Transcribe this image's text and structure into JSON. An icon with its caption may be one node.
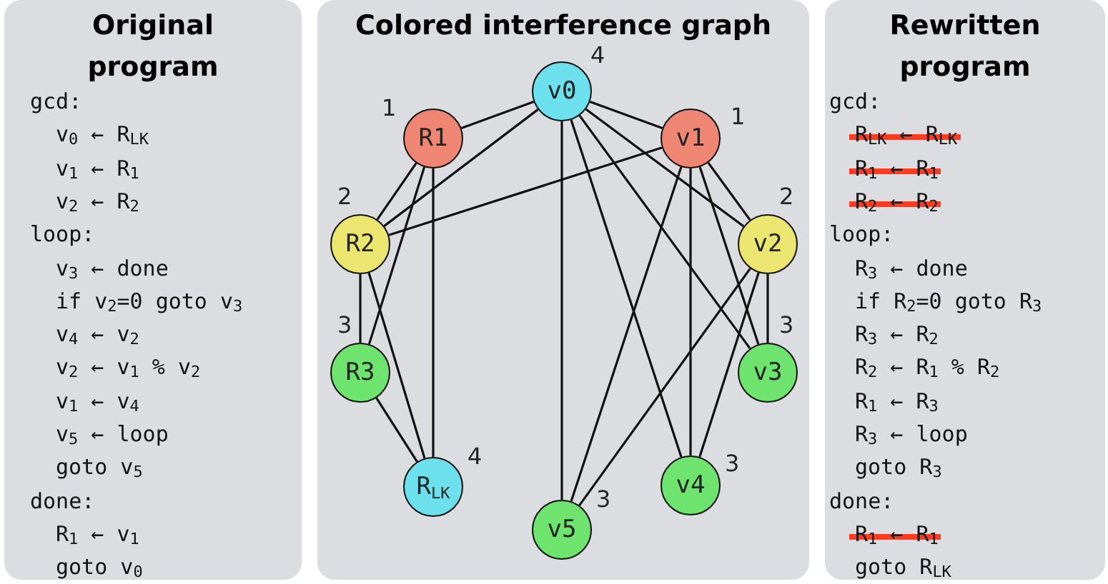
{
  "diagram": {
    "nodes": [
      {
        "text": [
          "Original program",
          "gcd:",
          "v$_{0}$ ← R$_{LK}$",
          "v$_{1}$ ← R$_{1}$",
          "v$_{2}$ ← R$_{2}$",
          "loop:",
          "v$_{3}$ ← done",
          "if v$_{2}$=0 goto v$_{3}$",
          "v$_{4}$ ← v$_{2}$",
          "v$_{2}$ ← v$_{1}$ % v$_{2}$",
          "v$_{1}$ ← v$_{4}$",
          "v$_{5}$ ← loop",
          "goto v$_{5}$",
          "done:",
          "R$_{1}$ ← v$_{1}$",
          "goto v$_{0}$"
        ]
      },
      {
        "text": [
          "Colored interference graph"
        ]
      },
      {
        "text": [
          "Rewritten program",
          "gcd:",
          "R$_{LK}$ ← R$_{LK}$",
          "R$_{1}$ ← R$_{1}$",
          "R$_{2}$ ← R$_{2}$",
          "loop:",
          "R$_{3}$ ← done",
          "if R$_{2}$=0 goto R$_{3}$",
          "R$_{3}$ ← R$_{2}$",
          "R$_{2}$ ← R$_{1}$ % R$_{2}$",
          "R$_{1}$ ← R$_{3}$",
          "R$_{3}$ ← loop",
          "goto R$_{3}$",
          "done:",
          "R$_{1}$ ← R$_{1}$",
          "goto R$_{LK}$"
        ]
      },
      {
        "text": [
          "v0"
        ],
        "in": 1,
        "beside": [
          "4"
        ]
      },
      {
        "text": [
          "R1"
        ],
        "in": 1,
        "beside": [
          "1"
        ]
      },
      {
        "text": [
          "v1"
        ],
        "in": 1,
        "beside": [
          "1"
        ]
      },
      {
        "text": [
          "R2"
        ],
        "in": 1,
        "beside": [
          "2"
        ]
      },
      {
        "text": [
          "v2"
        ],
        "in": 1,
        "beside": [
          "2"
        ]
      },
      {
        "text": [
          "R3"
        ],
        "in": 1,
        "beside": [
          "3"
        ]
      },
      {
        "text": [
          "v3"
        ],
        "in": 1,
        "beside": [
          "3"
        ]
      },
      {
        "text": [
          "R$_{LK}$"
        ],
        "in": 1,
        "beside": [
          "4"
        ]
      },
      {
        "text": [
          "v4"
        ],
        "in": 1,
        "beside": [
          "3"
        ]
      },
      {
        "text": [
          "v5"
        ],
        "in": 1,
        "beside": [
          "3"
        ]
      }
    ],
    "edges": [
      {
        "from": 4,
        "to": 3,
        "arrow": "none"
      },
      {
        "from": 6,
        "to": 3,
        "arrow": "none"
      },
      {
        "from": 3,
        "to": 5,
        "arrow": "none"
      },
      {
        "from": 3,
        "to": 7,
        "arrow": "none"
      },
      {
        "from": 3,
        "to": 9,
        "arrow": "none"
      },
      {
        "from": 3,
        "to": 11,
        "arrow": "none"
      },
      {
        "from": 3,
        "to": 12,
        "arrow": "none"
      },
      {
        "from": 5,
        "to": 6,
        "arrow": "none"
      },
      {
        "from": 4,
        "to": 6,
        "arrow": "none"
      },
      {
        "from": 4,
        "to": 8,
        "arrow": "none"
      },
      {
        "from": 4,
        "to": 10,
        "arrow": "none"
      },
      {
        "from": 6,
        "to": 8,
        "arrow": "none"
      },
      {
        "from": 6,
        "to": 10,
        "arrow": "none"
      },
      {
        "from": 8,
        "to": 10,
        "arrow": "none"
      },
      {
        "from": 5,
        "to": 7,
        "arrow": "none"
      },
      {
        "from": 5,
        "to": 9,
        "arrow": "none"
      },
      {
        "from": 5,
        "to": 11,
        "arrow": "none"
      },
      {
        "from": 5,
        "to": 12,
        "arrow": "none"
      },
      {
        "from": 7,
        "to": 9,
        "arrow": "none"
      },
      {
        "from": 7,
        "to": 11,
        "arrow": "none"
      },
      {
        "from": 7,
        "to": 12,
        "arrow": "none"
      }
    ]
  }
}
